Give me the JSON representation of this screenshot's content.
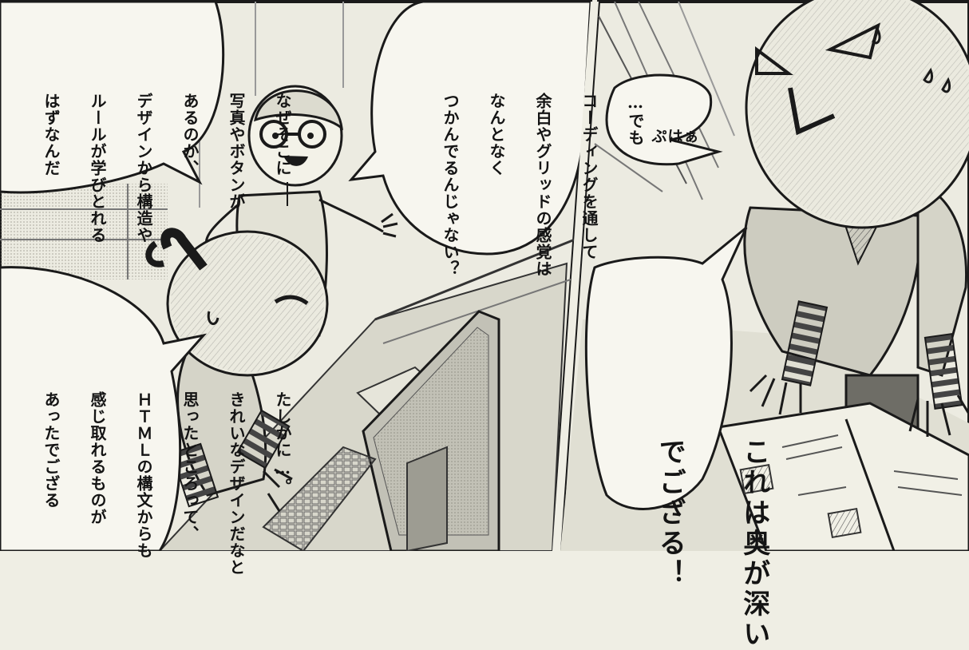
{
  "panels": [
    {
      "bubbles": [
        {
          "lines": [
            "なぜそこに",
            "写真やボタンが",
            "あるのか、",
            "デザインから構造や",
            "ルールが学びとれる",
            "はずなんだ"
          ]
        },
        {
          "lines": [
            "…でも",
            "コーディングを通して",
            "余白やグリッドの感覚は",
            "なんとなく",
            "つかんでるんじゃない？"
          ]
        },
        {
          "lines": [
            "たしかに…。",
            "きれいなデザインだなと",
            "思ったところって、",
            "ＨＴＭＬの構文からも",
            "感じ取れるものが",
            "あったでござる"
          ]
        }
      ]
    },
    {
      "bubbles": [
        {
          "lines": [
            "ぷはぁ"
          ]
        },
        {
          "lines": [
            "これは奥が深い",
            "でござる！"
          ]
        }
      ]
    }
  ],
  "colors": {
    "paper": "#efeee4",
    "ink": "#1a1a1a",
    "tone": "#a9a89c",
    "bubble": "#f7f6ef"
  }
}
